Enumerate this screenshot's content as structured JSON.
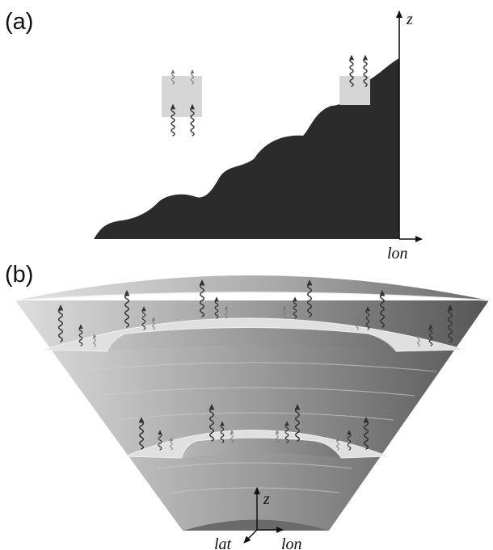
{
  "panel_a": {
    "label": "(a)",
    "axis_z": "z",
    "axis_lon": "lon",
    "colors": {
      "terrain": "#2b2b2b",
      "parcel": "#d6d6d6",
      "wave": "#333333"
    },
    "icons": [
      "wave-arrow-icon"
    ]
  },
  "panel_b": {
    "label": "(b)",
    "axis_z": "z",
    "axis_lat": "lat",
    "axis_lon": "lon",
    "colors": {
      "cone_light": "#d8d8d8",
      "cone_dark": "#5a5a5a",
      "shelf": "#e2e2e2",
      "wave": "#333333"
    },
    "icons": [
      "wave-arrow-icon"
    ]
  }
}
